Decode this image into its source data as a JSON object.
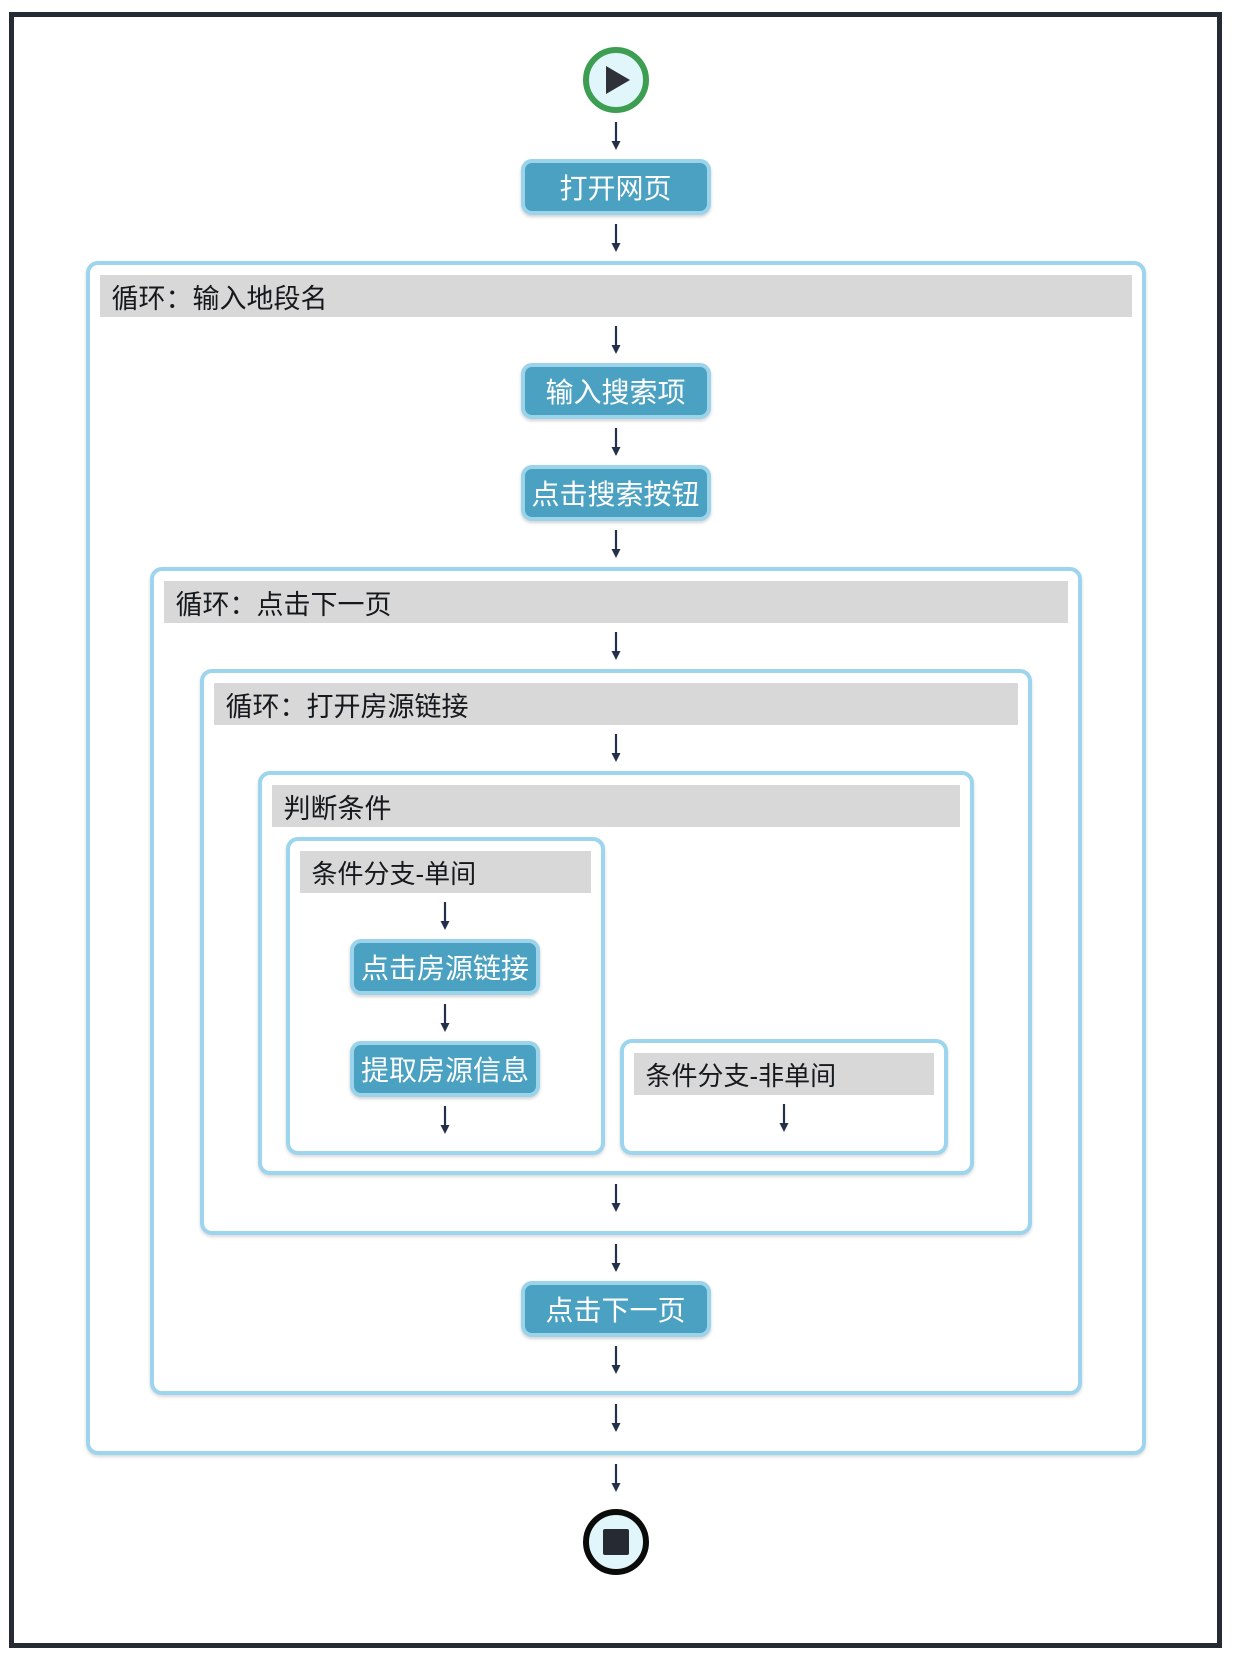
{
  "colors": {
    "frame_border": "#262b33",
    "container_border": "#9ed5ee",
    "header_bg": "#d8d8d8",
    "header_text": "#15181c",
    "button_bg": "#4ba1c1",
    "button_border": "#9bd4ea",
    "button_text": "#ffffff",
    "arrow": "#233049",
    "start_ring": "#3d9e52",
    "stop_ring": "#0b0b0b",
    "terminal_bg": "#e0f6fa"
  },
  "flow": {
    "icons": {
      "start": "play-icon",
      "end": "stop-icon",
      "connector": "arrow-down-icon"
    },
    "steps": {
      "open_page": "打开网页",
      "input_search": "输入搜索项",
      "click_search": "点击搜索按钮",
      "click_listing": "点击房源链接",
      "extract_listing": "提取房源信息",
      "click_next_page": "点击下一页"
    },
    "loops": {
      "district": "循环：输入地段名",
      "next_page": "循环：点击下一页",
      "open_listing": "循环：打开房源链接"
    },
    "condition": {
      "title": "判断条件",
      "branch_single": "条件分支-单间",
      "branch_not_single": "条件分支-非单间"
    }
  }
}
